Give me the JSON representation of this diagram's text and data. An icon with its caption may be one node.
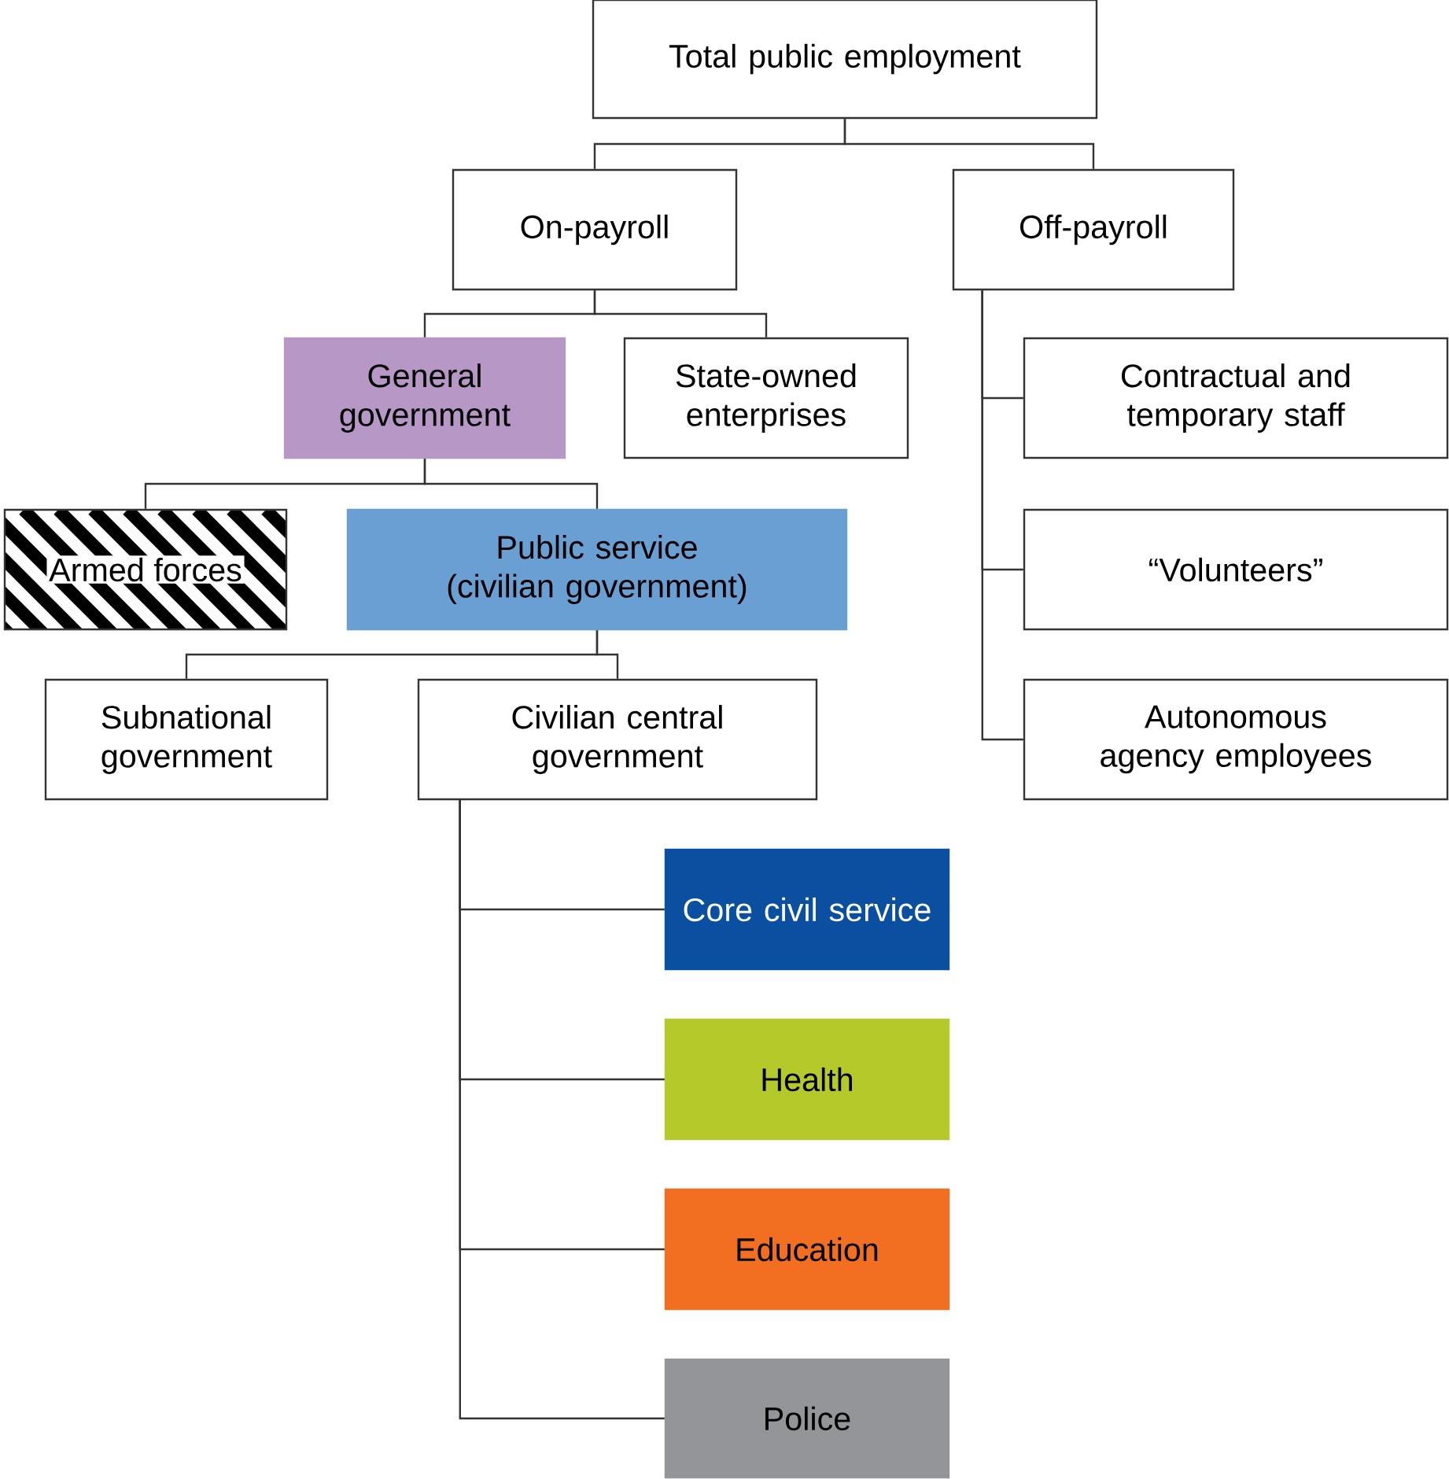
{
  "diagram": {
    "nodes": [
      {
        "text": [
          "Total public employment"
        ]
      },
      {
        "text": [
          "On-payroll"
        ]
      },
      {
        "text": [
          "Off-payroll"
        ]
      },
      {
        "text": [
          "General government"
        ]
      },
      {
        "text": [
          "State-owned enterprises"
        ]
      },
      {
        "text": [
          "Armed forces"
        ]
      },
      {
        "text": [
          "Public service (civilian government)"
        ]
      },
      {
        "text": [
          "Subnational government"
        ]
      },
      {
        "text": [
          "Civilian central government"
        ]
      },
      {
        "text": [
          "Core civil service"
        ]
      },
      {
        "text": [
          "Health"
        ]
      },
      {
        "text": [
          "Education"
        ]
      },
      {
        "text": [
          "Police"
        ]
      },
      {
        "text": [
          "Contractual and temporary staff"
        ]
      },
      {
        "text": [
          "“Volunteers”"
        ]
      },
      {
        "text": [
          "Autonomous agency employees"
        ]
      }
    ],
    "edges": [
      {
        "from": 0,
        "to": 1,
        "arrow": "none"
      },
      {
        "from": 0,
        "to": 2,
        "arrow": "none"
      },
      {
        "from": 1,
        "to": 3,
        "arrow": "none"
      },
      {
        "from": 1,
        "to": 4,
        "arrow": "none"
      },
      {
        "from": 3,
        "to": 5,
        "arrow": "none"
      },
      {
        "from": 3,
        "to": 6,
        "arrow": "none"
      },
      {
        "from": 6,
        "to": 7,
        "arrow": "none"
      },
      {
        "from": 6,
        "to": 8,
        "arrow": "none"
      },
      {
        "from": 8,
        "to": 9,
        "arrow": "none"
      },
      {
        "from": 8,
        "to": 10,
        "arrow": "none"
      },
      {
        "from": 8,
        "to": 11,
        "arrow": "none"
      },
      {
        "from": 8,
        "to": 12,
        "arrow": "none"
      },
      {
        "from": 2,
        "to": 13,
        "arrow": "none"
      },
      {
        "from": 2,
        "to": 14,
        "arrow": "none"
      },
      {
        "from": 2,
        "to": 15,
        "arrow": "none"
      }
    ]
  }
}
